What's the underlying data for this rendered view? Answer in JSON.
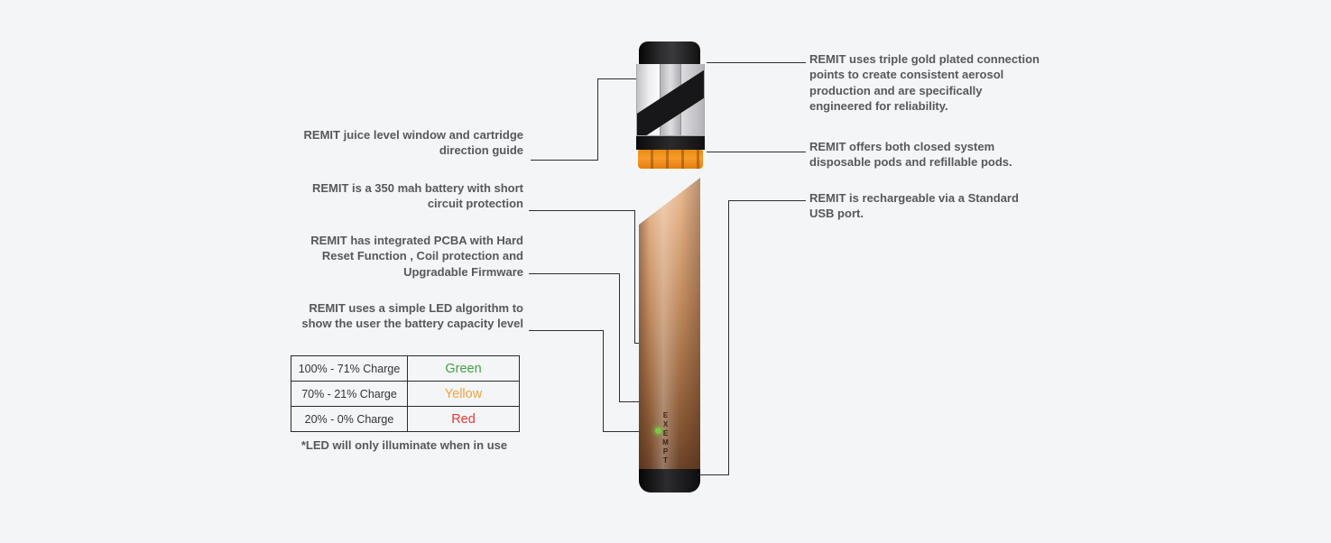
{
  "left_annotations": [
    {
      "text": "REMIT juice level window and cartridge direction guide"
    },
    {
      "text": "REMIT is a 350 mah battery with short circuit protection"
    },
    {
      "text": "REMIT has integrated PCBA with Hard Reset Function , Coil protection and Upgradable Firmware"
    },
    {
      "text": "REMIT uses a simple LED algorithm to show the user the battery capacity level"
    }
  ],
  "right_annotations": [
    {
      "text": "REMIT uses triple gold plated connection points to create consistent aerosol production and are specifically engineered for reliability."
    },
    {
      "text": "REMIT offers both closed system disposable pods and refillable pods."
    },
    {
      "text": "REMIT is rechargeable via a Standard USB port."
    }
  ],
  "battery_table": {
    "rows": [
      {
        "range": "100% - 71% Charge",
        "color_name": "Green",
        "color": "#43a047"
      },
      {
        "range": "70% - 21% Charge",
        "color_name": "Yellow",
        "color": "#f2a33c"
      },
      {
        "range": "20% - 0% Charge",
        "color_name": "Red",
        "color": "#e53935"
      }
    ],
    "footnote": "*LED will only illuminate when in use"
  },
  "device": {
    "brand": "EXEMPT"
  },
  "colors": {
    "annotation_text": "#57585a",
    "led_green": "#7ac943",
    "pod_base_orange": "#f7941d",
    "battery_copper": "#c48e62",
    "status_green": "#43a047",
    "status_yellow": "#f2a33c",
    "status_red": "#e53935"
  }
}
